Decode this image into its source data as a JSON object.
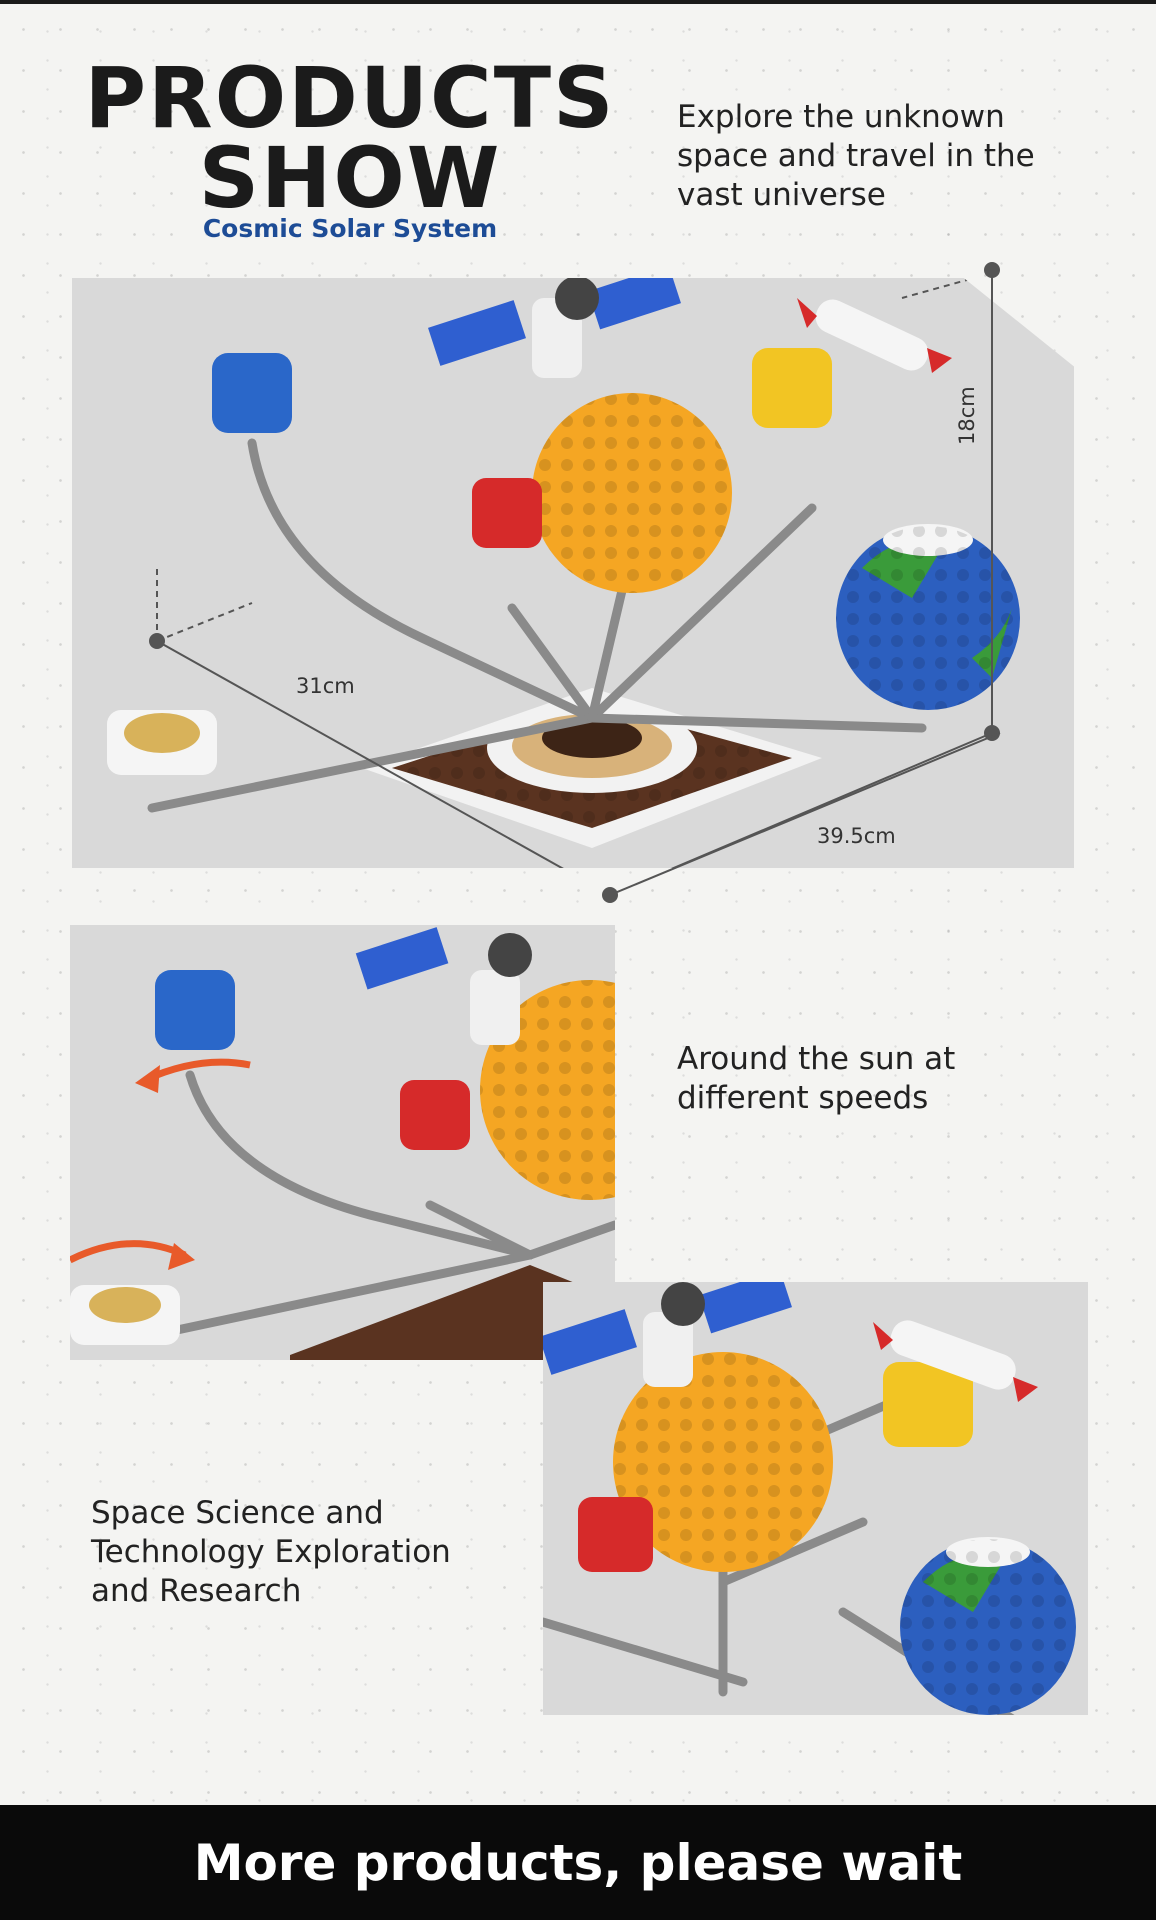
{
  "header": {
    "title_line1": "PRODUCTS",
    "title_line2": "SHOW",
    "subtitle": "Cosmic Solar System",
    "tagline_line1": "Explore the unknown",
    "tagline_line2": "space and travel in the",
    "tagline_line3": "vast universe"
  },
  "dimensions": {
    "width": "31cm",
    "depth": "39.5cm",
    "height": "18cm"
  },
  "features": {
    "speeds_line1": "Around the sun at",
    "speeds_line2": "different speeds",
    "research_line1": "Space Science and",
    "research_line2": "Technology Exploration",
    "research_line3": "and Research"
  },
  "footer": {
    "text": "More products, please wait"
  },
  "colors": {
    "sun": "#f5a623",
    "mercury": "#f2c523",
    "earth_blue": "#2c5fbf",
    "earth_green": "#3a9b3a",
    "planet_blue": "#2a67c9",
    "planet_red": "#d62a2a",
    "moon_gold": "#d8b25a",
    "base_brown": "#5a3320",
    "subtitle_blue": "#1d4c96"
  }
}
